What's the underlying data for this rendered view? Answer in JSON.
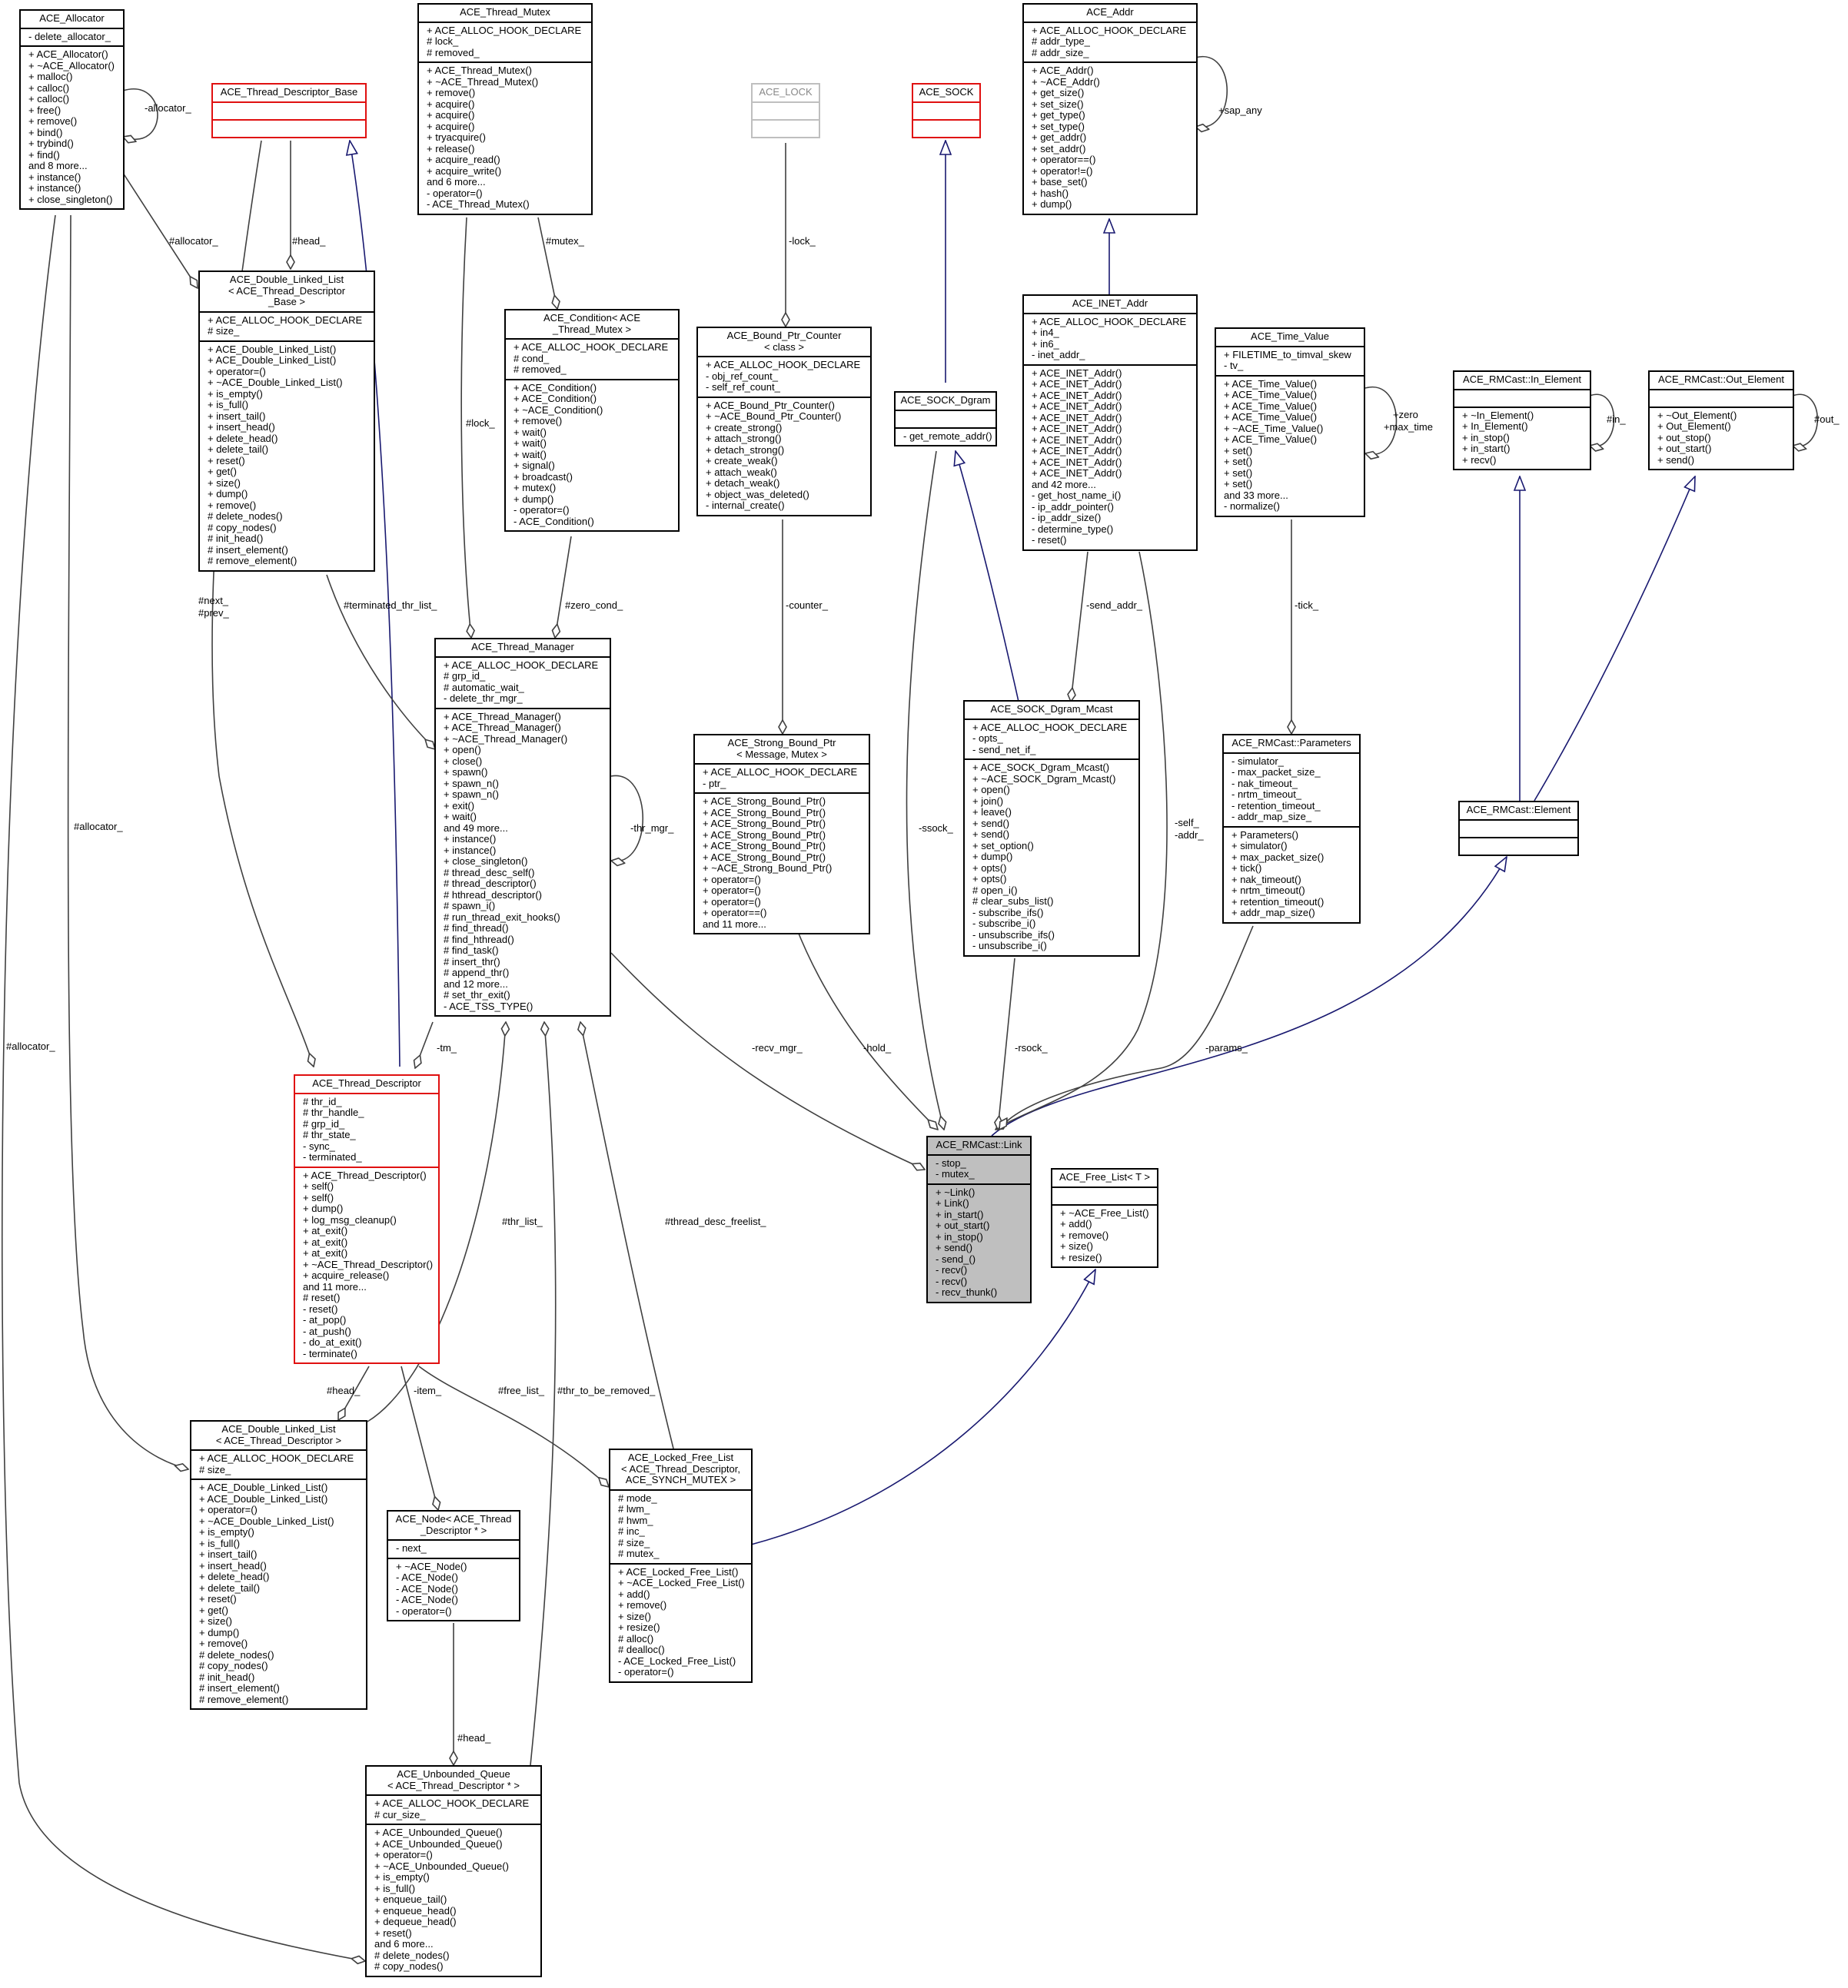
{
  "colors": {
    "inheritance": "#191970",
    "usage": "#404040",
    "undocumented": "#e01010",
    "current": "#bfbfbf"
  },
  "classes": {
    "allocator": {
      "title": [
        "ACE_Allocator"
      ],
      "sections": [
        [
          "- delete_allocator_"
        ],
        [
          "+ ACE_Allocator()",
          "+ ~ACE_Allocator()",
          "+ malloc()",
          "+ calloc()",
          "+ calloc()",
          "+ free()",
          "+ remove()",
          "+ bind()",
          "+ trybind()",
          "+ find()",
          "and 8 more...",
          "+ instance()",
          "+ instance()",
          "+ close_singleton()"
        ]
      ]
    },
    "tdbase": {
      "title": [
        "ACE_Thread_Descriptor_Base"
      ],
      "sections": [
        [],
        []
      ]
    },
    "thread_mutex": {
      "title": [
        "ACE_Thread_Mutex"
      ],
      "sections": [
        [
          "+ ACE_ALLOC_HOOK_DECLARE",
          "# lock_",
          "# removed_"
        ],
        [
          "+ ACE_Thread_Mutex()",
          "+ ~ACE_Thread_Mutex()",
          "+ remove()",
          "+ acquire()",
          "+ acquire()",
          "+ acquire()",
          "+ tryacquire()",
          "+ release()",
          "+ acquire_read()",
          "+ acquire_write()",
          "and 6 more...",
          "- operator=()",
          "- ACE_Thread_Mutex()"
        ]
      ]
    },
    "ace_lock": {
      "title": [
        "ACE_LOCK"
      ],
      "sections": [
        [],
        []
      ]
    },
    "ace_sock": {
      "title": [
        "ACE_SOCK"
      ],
      "sections": [
        [],
        []
      ]
    },
    "ace_addr": {
      "title": [
        "ACE_Addr"
      ],
      "sections": [
        [
          "+ ACE_ALLOC_HOOK_DECLARE",
          "# addr_type_",
          "# addr_size_"
        ],
        [
          "+ ACE_Addr()",
          "+ ~ACE_Addr()",
          "+ get_size()",
          "+ set_size()",
          "+ get_type()",
          "+ set_type()",
          "+ get_addr()",
          "+ set_addr()",
          "+ operator==()",
          "+ operator!=()",
          "+ base_set()",
          "+ hash()",
          "+ dump()"
        ]
      ]
    },
    "dll_tdb": {
      "title": [
        "ACE_Double_Linked_List",
        "< ACE_Thread_Descriptor",
        "_Base >"
      ],
      "sections": [
        [
          "+ ACE_ALLOC_HOOK_DECLARE",
          "# size_"
        ],
        [
          "+ ACE_Double_Linked_List()",
          "+ ACE_Double_Linked_List()",
          "+ operator=()",
          "+ ~ACE_Double_Linked_List()",
          "+ is_empty()",
          "+ is_full()",
          "+ insert_tail()",
          "+ insert_head()",
          "+ delete_head()",
          "+ delete_tail()",
          "+ reset()",
          "+ get()",
          "+ size()",
          "+ dump()",
          "+ remove()",
          "# delete_nodes()",
          "# copy_nodes()",
          "# init_head()",
          "# insert_element()",
          "# remove_element()"
        ]
      ]
    },
    "condition": {
      "title": [
        "ACE_Condition< ACE",
        "_Thread_Mutex >"
      ],
      "sections": [
        [
          "+ ACE_ALLOC_HOOK_DECLARE",
          "# cond_",
          "# removed_"
        ],
        [
          "+ ACE_Condition()",
          "+ ACE_Condition()",
          "+ ~ACE_Condition()",
          "+ remove()",
          "+ wait()",
          "+ wait()",
          "+ wait()",
          "+ signal()",
          "+ broadcast()",
          "+ mutex()",
          "+ dump()",
          "- operator=()",
          "- ACE_Condition()"
        ]
      ]
    },
    "bound_ptr_counter": {
      "title": [
        "ACE_Bound_Ptr_Counter",
        "< class >"
      ],
      "sections": [
        [
          "+ ACE_ALLOC_HOOK_DECLARE",
          "- obj_ref_count_",
          "- self_ref_count_"
        ],
        [
          "+ ACE_Bound_Ptr_Counter()",
          "+ ~ACE_Bound_Ptr_Counter()",
          "+ create_strong()",
          "+ attach_strong()",
          "+ detach_strong()",
          "+ create_weak()",
          "+ attach_weak()",
          "+ detach_weak()",
          "+ object_was_deleted()",
          "- internal_create()"
        ]
      ]
    },
    "sock_dgram": {
      "title": [
        "ACE_SOCK_Dgram"
      ],
      "sections": [
        [],
        [
          "- get_remote_addr()"
        ]
      ]
    },
    "inet_addr": {
      "title": [
        "ACE_INET_Addr"
      ],
      "sections": [
        [
          "+ ACE_ALLOC_HOOK_DECLARE",
          "+ in4_",
          "+ in6_",
          "- inet_addr_"
        ],
        [
          "+ ACE_INET_Addr()",
          "+ ACE_INET_Addr()",
          "+ ACE_INET_Addr()",
          "+ ACE_INET_Addr()",
          "+ ACE_INET_Addr()",
          "+ ACE_INET_Addr()",
          "+ ACE_INET_Addr()",
          "+ ACE_INET_Addr()",
          "+ ACE_INET_Addr()",
          "+ ACE_INET_Addr()",
          "and 42 more...",
          "- get_host_name_i()",
          "- ip_addr_pointer()",
          "- ip_addr_size()",
          "- determine_type()",
          "- reset()"
        ]
      ]
    },
    "time_value": {
      "title": [
        "ACE_Time_Value"
      ],
      "sections": [
        [
          "+ FILETIME_to_timval_skew",
          "- tv_"
        ],
        [
          "+ ACE_Time_Value()",
          "+ ACE_Time_Value()",
          "+ ACE_Time_Value()",
          "+ ACE_Time_Value()",
          "+ ~ACE_Time_Value()",
          "+ ACE_Time_Value()",
          "+ set()",
          "+ set()",
          "+ set()",
          "+ set()",
          "and 33 more...",
          "- normalize()"
        ]
      ]
    },
    "in_element": {
      "title": [
        "ACE_RMCast::In_Element"
      ],
      "sections": [
        [],
        [
          "+ ~In_Element()",
          "+ In_Element()",
          "+ in_stop()",
          "+ in_start()",
          "+ recv()"
        ]
      ]
    },
    "out_element": {
      "title": [
        "ACE_RMCast::Out_Element"
      ],
      "sections": [
        [],
        [
          "+ ~Out_Element()",
          "+ Out_Element()",
          "+ out_stop()",
          "+ out_start()",
          "+ send()"
        ]
      ]
    },
    "thread_manager": {
      "title": [
        "ACE_Thread_Manager"
      ],
      "sections": [
        [
          "+ ACE_ALLOC_HOOK_DECLARE",
          "# grp_id_",
          "# automatic_wait_",
          "- delete_thr_mgr_"
        ],
        [
          "+ ACE_Thread_Manager()",
          "+ ACE_Thread_Manager()",
          "+ ~ACE_Thread_Manager()",
          "+ open()",
          "+ close()",
          "+ spawn()",
          "+ spawn_n()",
          "+ spawn_n()",
          "+ exit()",
          "+ wait()",
          "and 49 more...",
          "+ instance()",
          "+ instance()",
          "+ close_singleton()",
          "# thread_desc_self()",
          "# thread_descriptor()",
          "# hthread_descriptor()",
          "# spawn_i()",
          "# run_thread_exit_hooks()",
          "# find_thread()",
          "# find_hthread()",
          "# find_task()",
          "# insert_thr()",
          "# append_thr()",
          "and 12 more...",
          "# set_thr_exit()",
          "- ACE_TSS_TYPE()"
        ]
      ]
    },
    "strong_bound_ptr": {
      "title": [
        "ACE_Strong_Bound_Ptr",
        "< Message, Mutex >"
      ],
      "sections": [
        [
          "+ ACE_ALLOC_HOOK_DECLARE",
          "- ptr_"
        ],
        [
          "+ ACE_Strong_Bound_Ptr()",
          "+ ACE_Strong_Bound_Ptr()",
          "+ ACE_Strong_Bound_Ptr()",
          "+ ACE_Strong_Bound_Ptr()",
          "+ ACE_Strong_Bound_Ptr()",
          "+ ACE_Strong_Bound_Ptr()",
          "+ ~ACE_Strong_Bound_Ptr()",
          "+ operator=()",
          "+ operator=()",
          "+ operator=()",
          "+ operator==()",
          "and 11 more..."
        ]
      ]
    },
    "sock_dgram_mcast": {
      "title": [
        "ACE_SOCK_Dgram_Mcast"
      ],
      "sections": [
        [
          "+ ACE_ALLOC_HOOK_DECLARE",
          "- opts_",
          "- send_net_if_"
        ],
        [
          "+ ACE_SOCK_Dgram_Mcast()",
          "+ ~ACE_SOCK_Dgram_Mcast()",
          "+ open()",
          "+ join()",
          "+ leave()",
          "+ send()",
          "+ send()",
          "+ set_option()",
          "+ dump()",
          "+ opts()",
          "+ opts()",
          "# open_i()",
          "# clear_subs_list()",
          "- subscribe_ifs()",
          "- subscribe_i()",
          "- unsubscribe_ifs()",
          "- unsubscribe_i()"
        ]
      ]
    },
    "parameters": {
      "title": [
        "ACE_RMCast::Parameters"
      ],
      "sections": [
        [
          "- simulator_",
          "- max_packet_size_",
          "- nak_timeout_",
          "- nrtm_timeout_",
          "- retention_timeout_",
          "- addr_map_size_"
        ],
        [
          "+ Parameters()",
          "+ simulator()",
          "+ max_packet_size()",
          "+ tick()",
          "+ nak_timeout()",
          "+ nrtm_timeout()",
          "+ retention_timeout()",
          "+ addr_map_size()"
        ]
      ]
    },
    "element": {
      "title": [
        "ACE_RMCast::Element"
      ],
      "sections": [
        [],
        []
      ]
    },
    "thread_descriptor": {
      "title": [
        "ACE_Thread_Descriptor"
      ],
      "sections": [
        [
          "# thr_id_",
          "# thr_handle_",
          "# grp_id_",
          "# thr_state_",
          "- sync_",
          "- terminated_"
        ],
        [
          "+ ACE_Thread_Descriptor()",
          "+ self()",
          "+ self()",
          "+ dump()",
          "+ log_msg_cleanup()",
          "+ at_exit()",
          "+ at_exit()",
          "+ at_exit()",
          "+ ~ACE_Thread_Descriptor()",
          "+ acquire_release()",
          "and 11 more...",
          "# reset()",
          "- reset()",
          "- at_pop()",
          "- at_push()",
          "- do_at_exit()",
          "- terminate()"
        ]
      ]
    },
    "link": {
      "title": [
        "ACE_RMCast::Link"
      ],
      "sections": [
        [
          "- stop_",
          "- mutex_"
        ],
        [
          "+ ~Link()",
          "+ Link()",
          "+ in_start()",
          "+ out_start()",
          "+ in_stop()",
          "+ send()",
          "- send_()",
          "- recv()",
          "- recv()",
          "- recv_thunk()"
        ]
      ]
    },
    "free_list": {
      "title": [
        "ACE_Free_List< T >"
      ],
      "sections": [
        [],
        [
          "+ ~ACE_Free_List()",
          "+ add()",
          "+ remove()",
          "+ size()",
          "+ resize()"
        ]
      ]
    },
    "dll_td": {
      "title": [
        "ACE_Double_Linked_List",
        "< ACE_Thread_Descriptor >"
      ],
      "sections": [
        [
          "+ ACE_ALLOC_HOOK_DECLARE",
          "# size_"
        ],
        [
          "+ ACE_Double_Linked_List()",
          "+ ACE_Double_Linked_List()",
          "+ operator=()",
          "+ ~ACE_Double_Linked_List()",
          "+ is_empty()",
          "+ is_full()",
          "+ insert_tail()",
          "+ insert_head()",
          "+ delete_head()",
          "+ delete_tail()",
          "+ reset()",
          "+ get()",
          "+ size()",
          "+ dump()",
          "+ remove()",
          "# delete_nodes()",
          "# copy_nodes()",
          "# init_head()",
          "# insert_element()",
          "# remove_element()"
        ]
      ]
    },
    "locked_free_list": {
      "title": [
        "ACE_Locked_Free_List",
        "< ACE_Thread_Descriptor,",
        " ACE_SYNCH_MUTEX >"
      ],
      "sections": [
        [
          "# mode_",
          "# lwm_",
          "# hwm_",
          "# inc_",
          "# size_",
          "# mutex_"
        ],
        [
          "+ ACE_Locked_Free_List()",
          "+ ~ACE_Locked_Free_List()",
          "+ add()",
          "+ remove()",
          "+ size()",
          "+ resize()",
          "# alloc()",
          "# dealloc()",
          "- ACE_Locked_Free_List()",
          "- operator=()"
        ]
      ]
    },
    "node": {
      "title": [
        "ACE_Node< ACE_Thread",
        "_Descriptor * >"
      ],
      "sections": [
        [
          "- next_"
        ],
        [
          "+ ~ACE_Node()",
          "- ACE_Node()",
          "- ACE_Node()",
          "- ACE_Node()",
          "- operator=()"
        ]
      ]
    },
    "unbounded_queue": {
      "title": [
        "ACE_Unbounded_Queue",
        "< ACE_Thread_Descriptor * >"
      ],
      "sections": [
        [
          "+ ACE_ALLOC_HOOK_DECLARE",
          "# cur_size_"
        ],
        [
          "+ ACE_Unbounded_Queue()",
          "+ ACE_Unbounded_Queue()",
          "+ operator=()",
          "+ ~ACE_Unbounded_Queue()",
          "+ is_empty()",
          "+ is_full()",
          "+ enqueue_tail()",
          "+ enqueue_head()",
          "+ dequeue_head()",
          "+ reset()",
          "and 6 more...",
          "# delete_nodes()",
          "# copy_nodes()"
        ]
      ]
    }
  },
  "edge_labels": [
    "-allocator_",
    "#allocator_",
    "#allocator_",
    "#allocator_",
    "#head_",
    "#mutex_",
    "-lock_",
    "+sap_any",
    "+zero",
    "+max_time",
    "#in_",
    "#out_",
    "#lock_",
    "#zero_cond_",
    "-counter_",
    "-send_addr_",
    "-tick_",
    "#terminated_thr_list_",
    "#next_",
    "#prev_",
    "-thr_mgr_",
    "-ssock_",
    "-self_",
    "-addr_",
    "-tm_",
    "-recv_mgr_",
    "-hold_",
    "-rsock_",
    "-params_",
    "#thr_list_",
    "#thread_desc_freelist_",
    "#head_",
    "-item_",
    "#free_list_",
    "#thr_to_be_removed_",
    "#head_"
  ]
}
